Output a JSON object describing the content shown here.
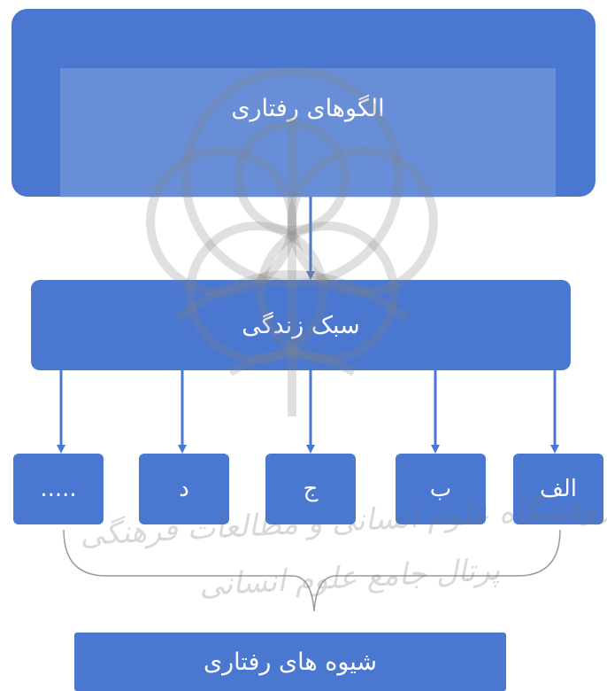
{
  "diagram": {
    "top_label": "الگوهای رفتاری",
    "middle_label": "سبک زندگی",
    "branches": [
      "الف",
      "ب",
      "ج",
      "د",
      "....."
    ],
    "bottom_label": "شیوه های رفتاری",
    "box_color": "#4a77cf",
    "arrow_color": "#4a77cf",
    "brace_color": "#9a9a9a"
  },
  "watermark": {
    "line1": "پژوهشگاه علوم انسانی و مطالعات فرهنگی",
    "line2": "پرتال جامع علوم انسانی"
  }
}
